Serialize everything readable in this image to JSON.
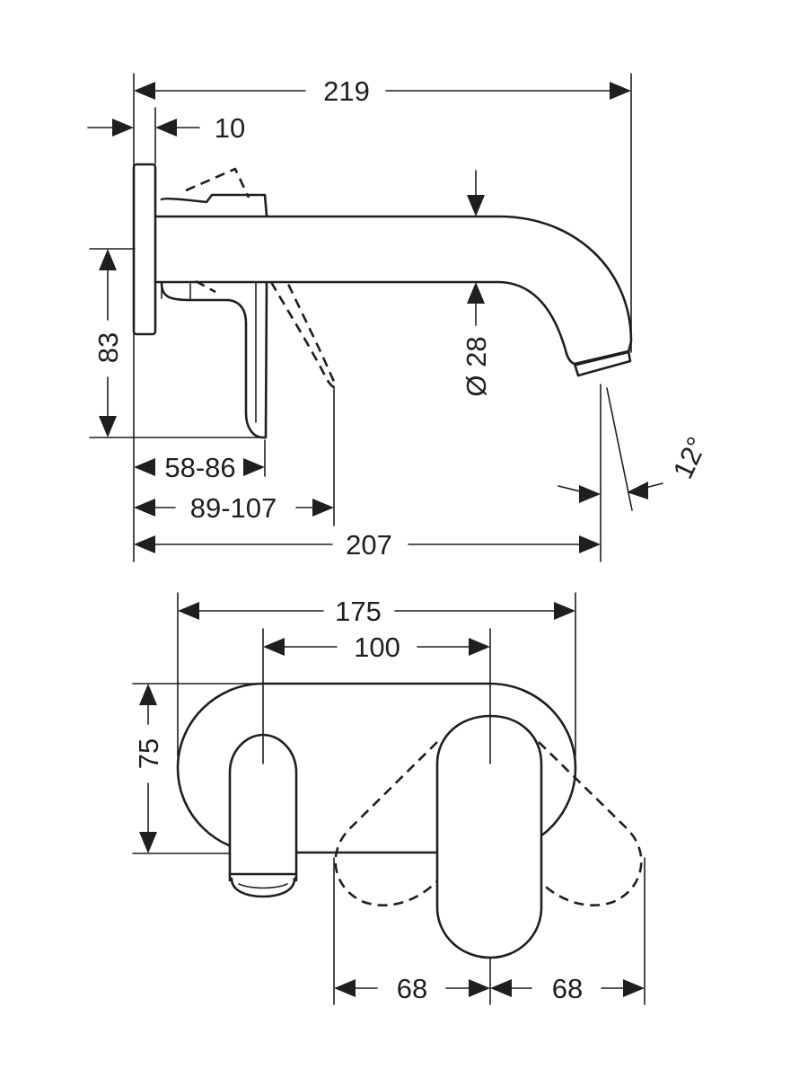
{
  "side_view": {
    "dim_overall_depth": "219",
    "dim_plate_thickness": "10",
    "dim_height": "83",
    "dim_pipe_diameter": "Ø 28",
    "dim_angle": "12°",
    "dim_lever_depth": "58-86",
    "dim_lever_swing_depth": "89-107",
    "dim_spout_projection": "207"
  },
  "front_view": {
    "dim_plate_width": "175",
    "dim_center_distance": "100",
    "dim_plate_height": "75",
    "dim_swing_left": "68",
    "dim_swing_right": "68"
  }
}
